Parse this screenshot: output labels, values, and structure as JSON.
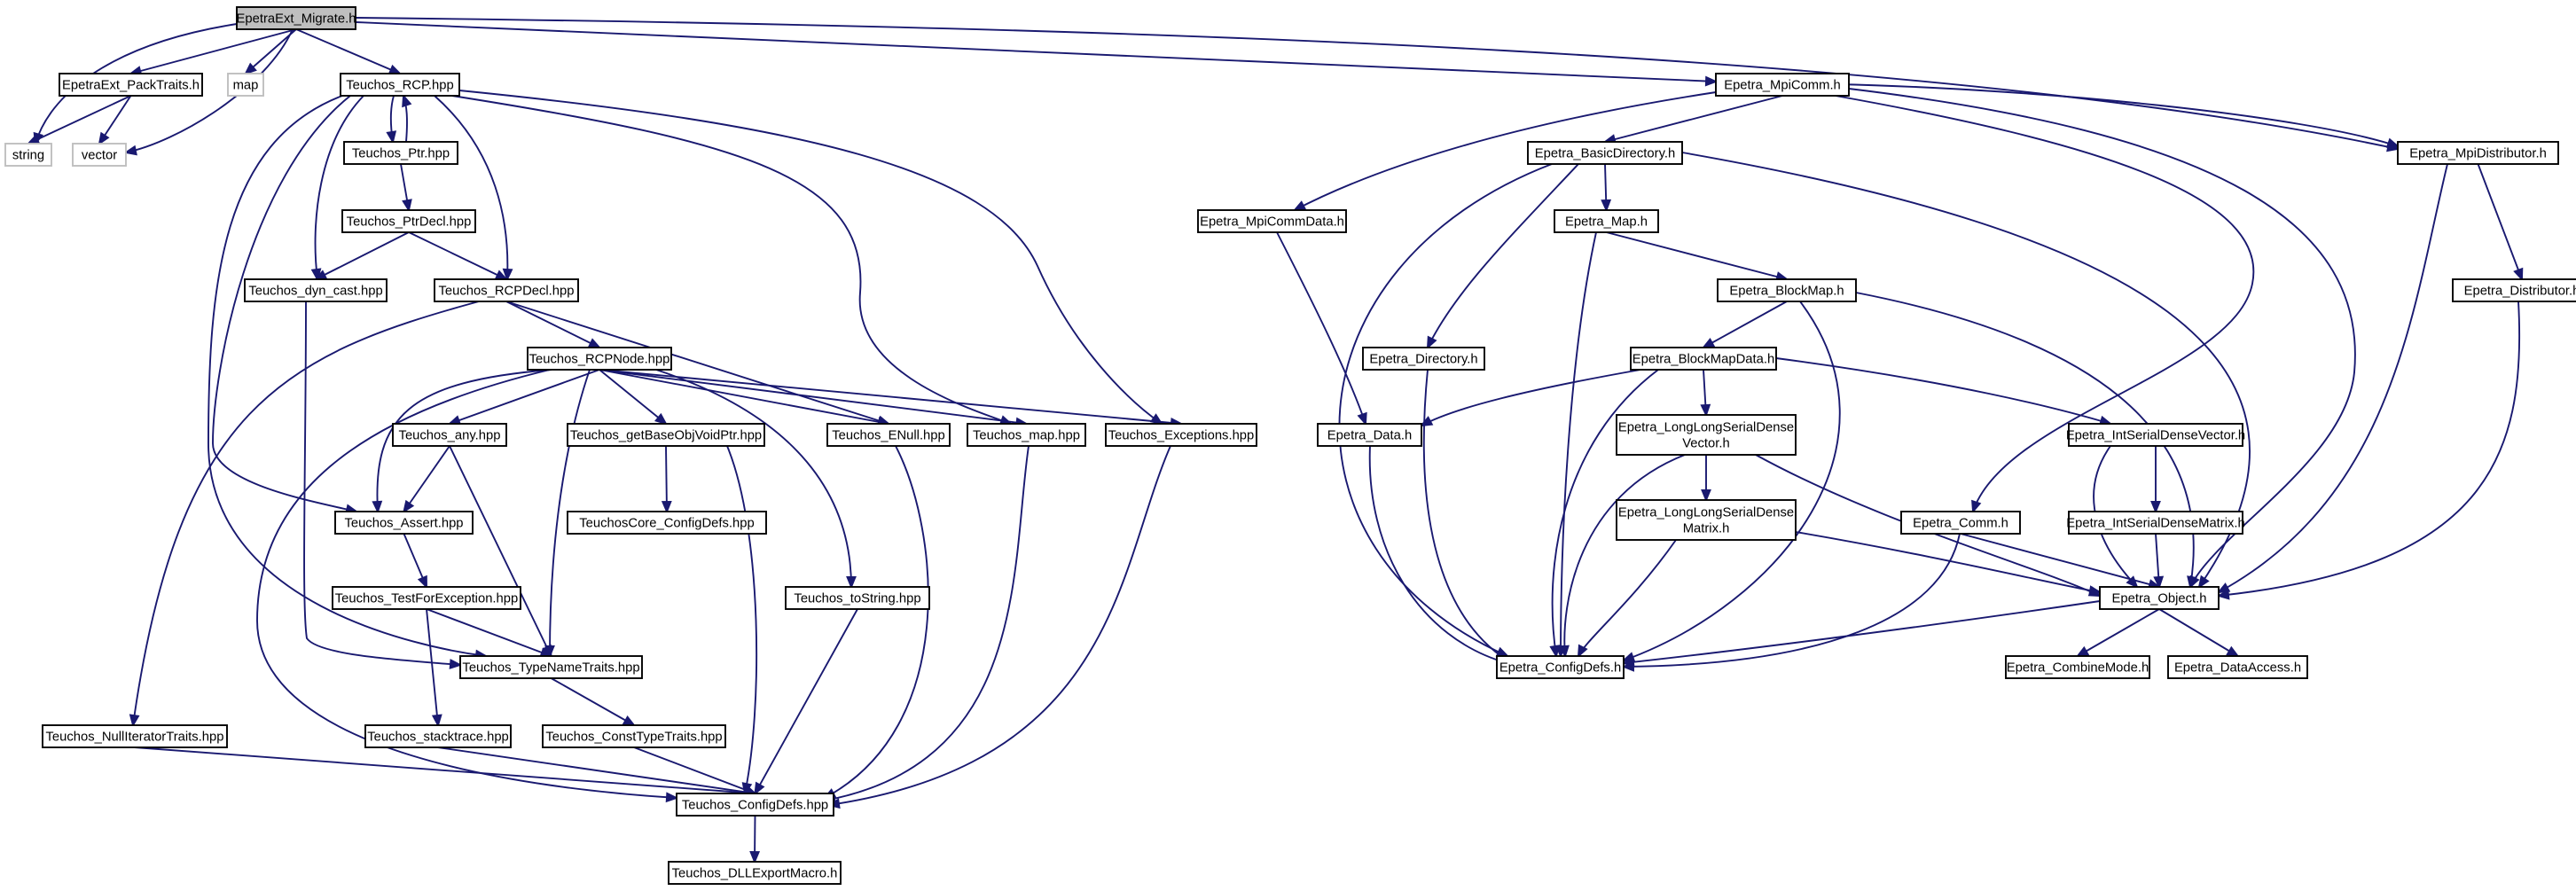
{
  "diagram": {
    "edge_color": "#191970",
    "root_fill": "#bfbfbf",
    "external_border": "#bfbfbf",
    "nodes": [
      {
        "id": "ext_migrate",
        "label": "EpetraExt_Migrate.h",
        "kind": "root"
      },
      {
        "id": "string",
        "label": "string",
        "kind": "external"
      },
      {
        "id": "pack",
        "label": "EpetraExt_PackTraits.h"
      },
      {
        "id": "map",
        "label": "map",
        "kind": "external"
      },
      {
        "id": "vector",
        "label": "vector",
        "kind": "external"
      },
      {
        "id": "rcp",
        "label": "Teuchos_RCP.hpp"
      },
      {
        "id": "mpicomm",
        "label": "Epetra_MpiComm.h"
      },
      {
        "id": "mpidist",
        "label": "Epetra_MpiDistributor.h"
      },
      {
        "id": "ptr",
        "label": "Teuchos_Ptr.hpp"
      },
      {
        "id": "ptrdecl",
        "label": "Teuchos_PtrDecl.hpp"
      },
      {
        "id": "dyncast",
        "label": "Teuchos_dyn_cast.hpp"
      },
      {
        "id": "rcpdecl",
        "label": "Teuchos_RCPDecl.hpp"
      },
      {
        "id": "rcpnode",
        "label": "Teuchos_RCPNode.hpp"
      },
      {
        "id": "any",
        "label": "Teuchos_any.hpp"
      },
      {
        "id": "getbase",
        "label": "Teuchos_getBaseObjVoidPtr.hpp"
      },
      {
        "id": "enull",
        "label": "Teuchos_ENull.hpp"
      },
      {
        "id": "tmap",
        "label": "Teuchos_map.hpp"
      },
      {
        "id": "texc",
        "label": "Teuchos_Exceptions.hpp"
      },
      {
        "id": "coreconf",
        "label": "TeuchosCore_ConfigDefs.hpp"
      },
      {
        "id": "assert",
        "label": "Teuchos_Assert.hpp"
      },
      {
        "id": "testexc",
        "label": "Teuchos_TestForException.hpp"
      },
      {
        "id": "tostring",
        "label": "Teuchos_toString.hpp"
      },
      {
        "id": "tnt",
        "label": "Teuchos_TypeNameTraits.hpp"
      },
      {
        "id": "nulliter",
        "label": "Teuchos_NullIteratorTraits.hpp"
      },
      {
        "id": "stack",
        "label": "Teuchos_stacktrace.hpp"
      },
      {
        "id": "consttt",
        "label": "Teuchos_ConstTypeTraits.hpp"
      },
      {
        "id": "tconf",
        "label": "Teuchos_ConfigDefs.hpp"
      },
      {
        "id": "dll",
        "label": "Teuchos_DLLExportMacro.h"
      },
      {
        "id": "basicdir",
        "label": "Epetra_BasicDirectory.h"
      },
      {
        "id": "mpicommdata",
        "label": "Epetra_MpiCommData.h"
      },
      {
        "id": "emap",
        "label": "Epetra_Map.h"
      },
      {
        "id": "blockmap",
        "label": "Epetra_BlockMap.h"
      },
      {
        "id": "edist",
        "label": "Epetra_Distributor.h"
      },
      {
        "id": "edir",
        "label": "Epetra_Directory.h"
      },
      {
        "id": "bmdata",
        "label": "Epetra_BlockMapData.h"
      },
      {
        "id": "edata",
        "label": "Epetra_Data.h"
      },
      {
        "id": "llvec",
        "label": [
          "Epetra_LongLongSerialDense",
          "Vector.h"
        ]
      },
      {
        "id": "isdvec",
        "label": "Epetra_IntSerialDenseVector.h"
      },
      {
        "id": "llmat",
        "label": [
          "Epetra_LongLongSerialDense",
          "Matrix.h"
        ]
      },
      {
        "id": "ecomm",
        "label": "Epetra_Comm.h"
      },
      {
        "id": "isdmat",
        "label": "Epetra_IntSerialDenseMatrix.h"
      },
      {
        "id": "eobj",
        "label": "Epetra_Object.h"
      },
      {
        "id": "econf",
        "label": "Epetra_ConfigDefs.h"
      },
      {
        "id": "combine",
        "label": "Epetra_CombineMode.h"
      },
      {
        "id": "dataacc",
        "label": "Epetra_DataAccess.h"
      }
    ],
    "edges": [
      [
        "ext_migrate",
        "string"
      ],
      [
        "ext_migrate",
        "pack"
      ],
      [
        "ext_migrate",
        "map"
      ],
      [
        "ext_migrate",
        "vector"
      ],
      [
        "ext_migrate",
        "rcp"
      ],
      [
        "ext_migrate",
        "mpicomm"
      ],
      [
        "ext_migrate",
        "mpidist"
      ],
      [
        "pack",
        "string"
      ],
      [
        "pack",
        "vector"
      ],
      [
        "rcp",
        "ptr"
      ],
      [
        "ptr",
        "rcp"
      ],
      [
        "rcp",
        "dyncast"
      ],
      [
        "rcp",
        "rcpdecl"
      ],
      [
        "rcp",
        "assert"
      ],
      [
        "rcp",
        "tnt"
      ],
      [
        "rcp",
        "tmap"
      ],
      [
        "rcp",
        "texc"
      ],
      [
        "ptr",
        "ptrdecl"
      ],
      [
        "ptrdecl",
        "dyncast"
      ],
      [
        "ptrdecl",
        "rcpdecl"
      ],
      [
        "dyncast",
        "tnt"
      ],
      [
        "rcpdecl",
        "rcpnode"
      ],
      [
        "rcpdecl",
        "enull"
      ],
      [
        "rcpdecl",
        "nulliter"
      ],
      [
        "rcpnode",
        "any"
      ],
      [
        "rcpnode",
        "getbase"
      ],
      [
        "rcpnode",
        "enull"
      ],
      [
        "rcpnode",
        "tmap"
      ],
      [
        "rcpnode",
        "texc"
      ],
      [
        "rcpnode",
        "assert"
      ],
      [
        "rcpnode",
        "tostring"
      ],
      [
        "rcpnode",
        "tnt"
      ],
      [
        "rcpnode",
        "tconf"
      ],
      [
        "any",
        "assert"
      ],
      [
        "any",
        "tnt"
      ],
      [
        "getbase",
        "coreconf"
      ],
      [
        "getbase",
        "tconf"
      ],
      [
        "enull",
        "tconf"
      ],
      [
        "tmap",
        "tconf"
      ],
      [
        "texc",
        "tconf"
      ],
      [
        "assert",
        "testexc"
      ],
      [
        "testexc",
        "tnt"
      ],
      [
        "testexc",
        "stack"
      ],
      [
        "tostring",
        "tconf"
      ],
      [
        "tnt",
        "consttt"
      ],
      [
        "consttt",
        "tconf"
      ],
      [
        "stack",
        "tconf"
      ],
      [
        "nulliter",
        "tconf"
      ],
      [
        "tconf",
        "dll"
      ],
      [
        "mpicomm",
        "mpicommdata"
      ],
      [
        "mpicomm",
        "basicdir"
      ],
      [
        "mpicomm",
        "mpidist"
      ],
      [
        "mpicomm",
        "ecomm"
      ],
      [
        "mpicomm",
        "eobj"
      ],
      [
        "mpidist",
        "edist"
      ],
      [
        "mpidist",
        "eobj"
      ],
      [
        "basicdir",
        "emap"
      ],
      [
        "basicdir",
        "edir"
      ],
      [
        "basicdir",
        "econf"
      ],
      [
        "basicdir",
        "eobj"
      ],
      [
        "mpicommdata",
        "edata"
      ],
      [
        "emap",
        "blockmap"
      ],
      [
        "emap",
        "econf"
      ],
      [
        "blockmap",
        "bmdata"
      ],
      [
        "blockmap",
        "econf"
      ],
      [
        "blockmap",
        "eobj"
      ],
      [
        "edist",
        "eobj"
      ],
      [
        "edir",
        "econf"
      ],
      [
        "bmdata",
        "edata"
      ],
      [
        "bmdata",
        "llvec"
      ],
      [
        "bmdata",
        "isdvec"
      ],
      [
        "bmdata",
        "econf"
      ],
      [
        "edata",
        "econf"
      ],
      [
        "llvec",
        "llmat"
      ],
      [
        "llvec",
        "econf"
      ],
      [
        "llvec",
        "eobj"
      ],
      [
        "isdvec",
        "isdmat"
      ],
      [
        "isdvec",
        "eobj"
      ],
      [
        "llmat",
        "econf"
      ],
      [
        "llmat",
        "eobj"
      ],
      [
        "ecomm",
        "eobj"
      ],
      [
        "ecomm",
        "econf"
      ],
      [
        "isdmat",
        "eobj"
      ],
      [
        "eobj",
        "econf"
      ],
      [
        "eobj",
        "combine"
      ],
      [
        "eobj",
        "dataacc"
      ]
    ]
  }
}
